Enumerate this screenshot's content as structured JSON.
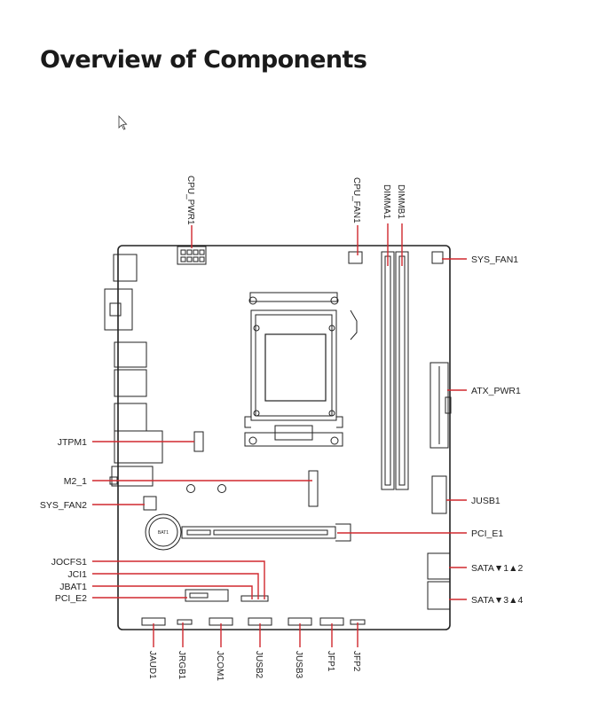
{
  "title": "Overview of Components",
  "battery_label": "BAT1",
  "left_labels": [
    {
      "id": "jtpm1",
      "text": "JTPM1"
    },
    {
      "id": "m2-1",
      "text": "M2_1"
    },
    {
      "id": "sys-fan2",
      "text": "SYS_FAN2"
    },
    {
      "id": "jocfs1",
      "text": "JOCFS1"
    },
    {
      "id": "jci1",
      "text": "JCI1"
    },
    {
      "id": "jbat1",
      "text": "JBAT1"
    },
    {
      "id": "pci-e2",
      "text": "PCI_E2"
    }
  ],
  "right_labels": [
    {
      "id": "sys-fan1",
      "text": "SYS_FAN1"
    },
    {
      "id": "atx-pwr1",
      "text": "ATX_PWR1"
    },
    {
      "id": "jusb1",
      "text": "JUSB1"
    },
    {
      "id": "pci-e1",
      "text": "PCI_E1"
    },
    {
      "id": "sata12",
      "text": "SATA▼1▲2"
    },
    {
      "id": "sata34",
      "text": "SATA▼3▲4"
    }
  ],
  "top_labels": [
    {
      "id": "cpu-pwr1",
      "text": "CPU_PWR1"
    },
    {
      "id": "cpu-fan1",
      "text": "CPU_FAN1"
    },
    {
      "id": "dimma1",
      "text": "DIMMA1"
    },
    {
      "id": "dimmb1",
      "text": "DIMMB1"
    }
  ],
  "bottom_labels": [
    {
      "id": "jaud1",
      "text": "JAUD1"
    },
    {
      "id": "jrgb1",
      "text": "JRGB1"
    },
    {
      "id": "jcom1",
      "text": "JCOM1"
    },
    {
      "id": "jusb2",
      "text": "JUSB2"
    },
    {
      "id": "jusb3",
      "text": "JUSB3"
    },
    {
      "id": "jfp1",
      "text": "JFP1"
    },
    {
      "id": "jfp2",
      "text": "JFP2"
    }
  ],
  "colors": {
    "leader": "#d0282e",
    "ink": "#222222"
  },
  "icons": {
    "cursor": "mouse-pointer-icon"
  }
}
